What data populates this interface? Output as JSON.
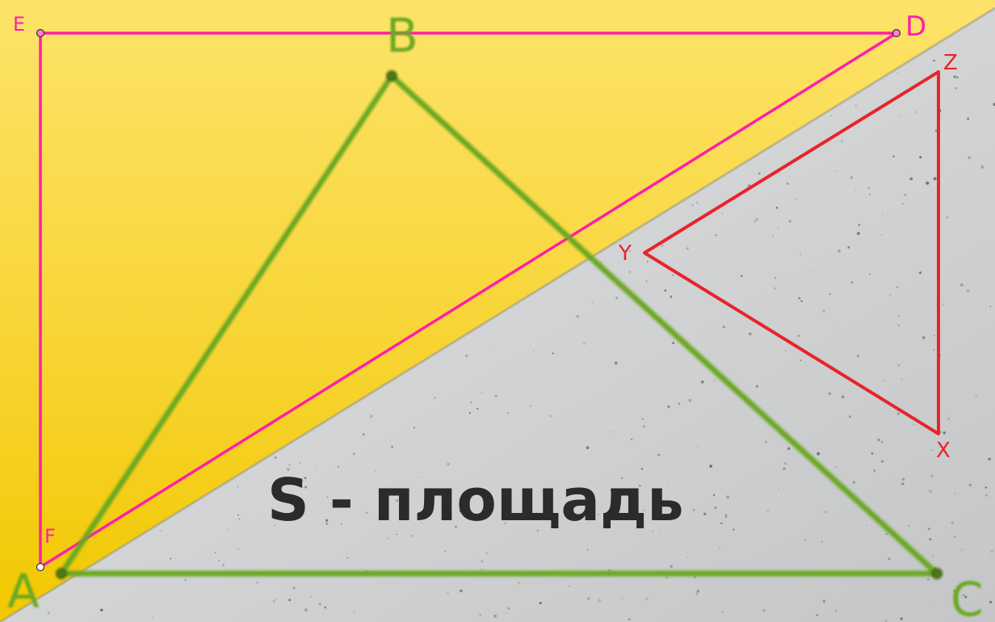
{
  "caption": "S - площадь",
  "colors": {
    "background_yellow": "#f5cf12",
    "background_concrete": "#cdcfd0",
    "rectangle": "#ff1fa8",
    "green_triangle": "#6aa820",
    "red_triangle": "#e8242a",
    "caption": "#2b2b2b"
  },
  "rectangle": {
    "points": {
      "E": "E",
      "D": "D",
      "F": "F"
    }
  },
  "green_triangle": {
    "points": {
      "A": "A",
      "B": "B",
      "C": "C"
    }
  },
  "red_triangle": {
    "points": {
      "X": "X",
      "Y": "Y",
      "Z": "Z"
    }
  }
}
